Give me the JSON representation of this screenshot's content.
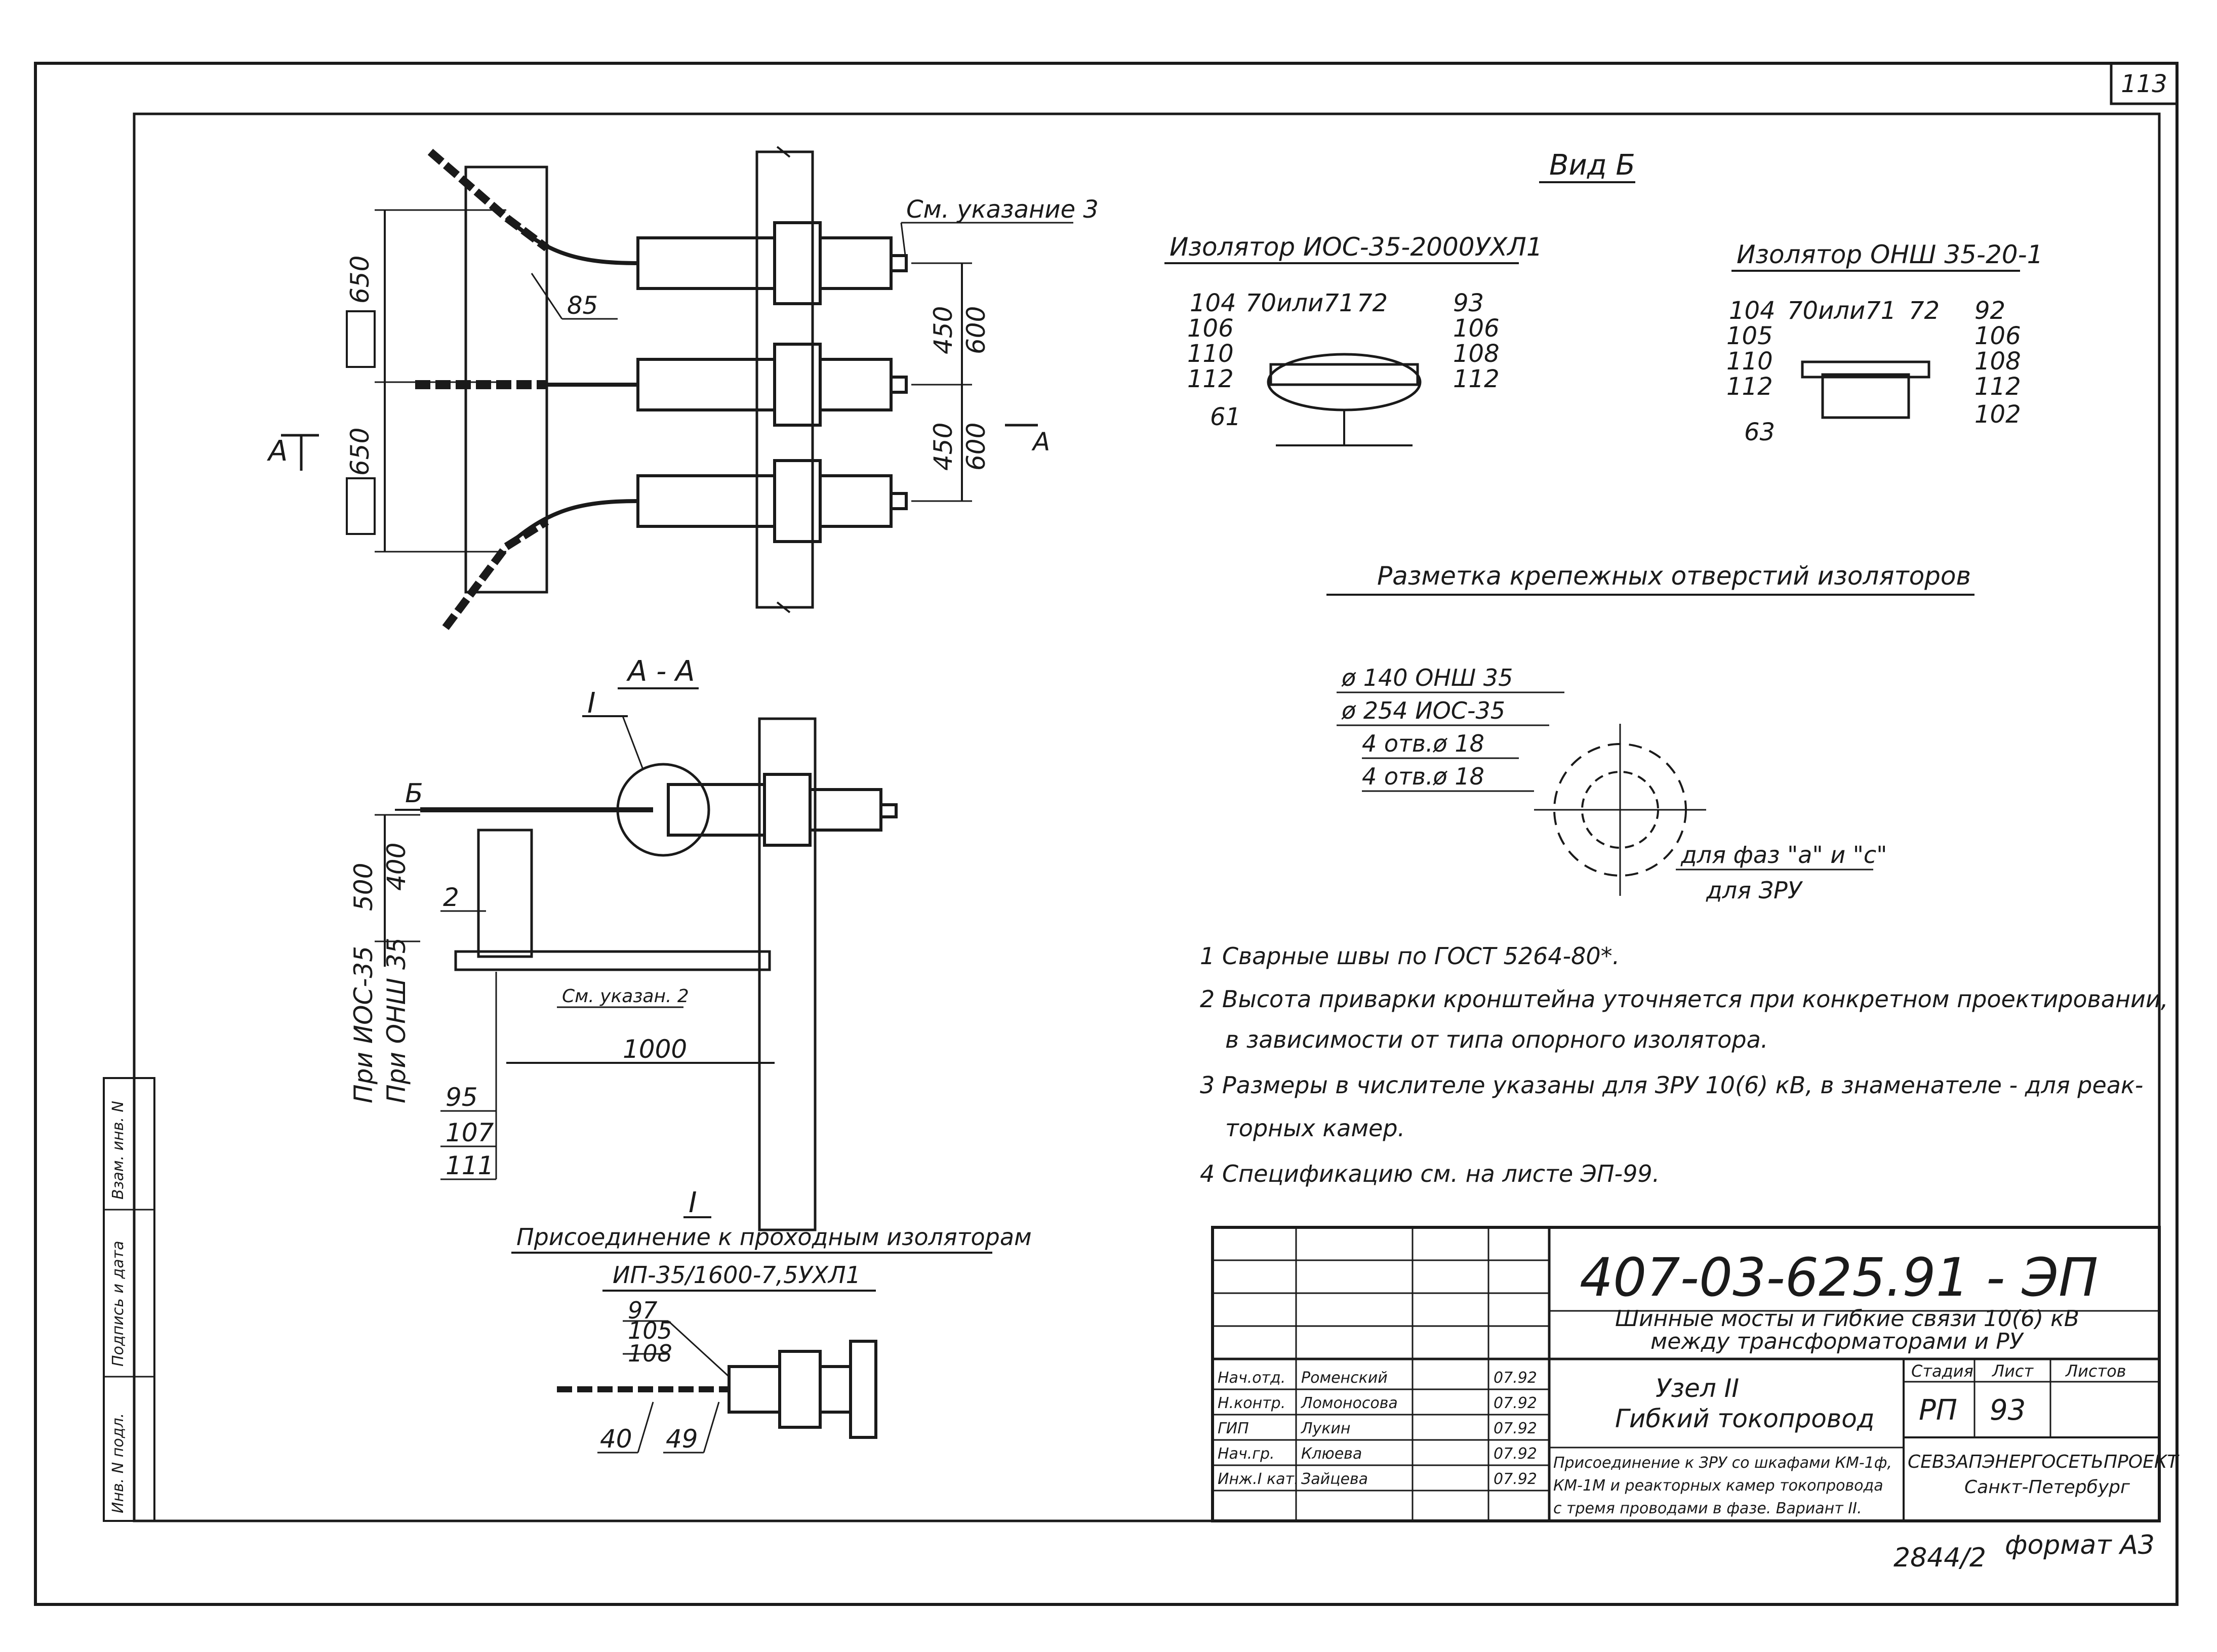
{
  "sheet": {
    "page_number": "113",
    "format_label": "формат А3",
    "archive_number": "2844/2"
  },
  "side_stamp": {
    "col1": "Инв. N подл.",
    "col2": "Подпись и дата",
    "col3": "Взам. инв. N"
  },
  "plan_view": {
    "dim_650_top": "650",
    "dim_650_bottom": "650",
    "arrow_label_top": "А",
    "arrow_label_bottom": "А",
    "dim_450_top": "450",
    "dim_600_top": "600",
    "dim_450_bottom": "450",
    "dim_600_bottom": "600",
    "pos_85": "85",
    "see_note_3": "См. указание 3",
    "section_A": "А"
  },
  "section_AA": {
    "title": "А - А",
    "callout_I": "I",
    "arrow_B": "Б",
    "pos_2": "2",
    "dim_500": "500",
    "dim_400": "400",
    "dim_1000": "1000",
    "see_note_2": "См. указан. 2",
    "label_ios": "При ИОС-35",
    "label_onsh": "При ОНШ 35",
    "pos_95": "95",
    "pos_107": "107",
    "pos_111": "111"
  },
  "detail_I": {
    "mark": "I",
    "title": "Присоединение к проходным изоляторам",
    "subtitle": "ИП-35/1600-7,5УХЛ1",
    "pos_97": "97",
    "pos_105": "105",
    "pos_108": "108",
    "pos_40": "40",
    "pos_49": "49"
  },
  "view_B": {
    "title": "Вид Б",
    "ins1": {
      "name": "Изолятор ИОС-35-2000УХЛ1",
      "p104": "104",
      "p70": "70или71",
      "p72": "72",
      "p93": "93",
      "p106": "106",
      "p110": "110",
      "p112": "112",
      "pR106": "106",
      "pR108": "108",
      "pR112": "112",
      "p61": "61"
    },
    "ins2": {
      "name": "Изолятор ОНШ 35-20-1",
      "p104": "104",
      "p70": "70или71",
      "p72": "72",
      "p92": "92",
      "p105": "105",
      "p110": "110",
      "p112": "112",
      "pR106": "106",
      "pR108": "108",
      "pR112": "112",
      "p63": "63",
      "p102": "102"
    }
  },
  "markup": {
    "title": "Разметка крепежных отверстий изоляторов",
    "l1": "ø 140  ОНШ 35",
    "l2": "ø 254  ИОС-35",
    "l3": "4 отв.ø 18",
    "l4": "4 отв.ø 18",
    "l5": "для фаз \"а\" и \"с\"",
    "l6": "для ЗРУ"
  },
  "notes": [
    "1  Сварные швы по ГОСТ 5264-80*.",
    "2  Высота приварки кронштейна уточняется при конкретном проектировании,",
    "в зависимости от типа опорного изолятора.",
    "3  Размеры в числителе указаны для ЗРУ 10(6) кВ, в знаменателе - для реак-",
    "торных камер.",
    "4  Спецификацию см. на листе ЭП-99."
  ],
  "title_block": {
    "code": "407-03-625.91 - ЭП",
    "project_1": "Шинные мосты и гибкие связи 10(6) кВ",
    "project_2": "между трансформаторами и РУ",
    "node_1": "Узел II",
    "node_2": "Гибкий токопровод",
    "desc_1": "Присоединение к ЗРУ со шкафами КМ-1ф,",
    "desc_2": "КМ-1М и реакторных камер токопровода",
    "desc_3": "с тремя проводами в фазе. Вариант II.",
    "stage_h": "Стадия",
    "sheet_h": "Лист",
    "sheets_h": "Листов",
    "stage": "РП",
    "sheet_no": "93",
    "org_1": "СЕВЗАПЭНЕРГОСЕТЬПРОЕКТ",
    "org_2": "Санкт-Петербург",
    "roles": [
      "Нач.отд.",
      "Н.контр.",
      "ГИП",
      "Нач.гр.",
      "Инж.I кат."
    ],
    "names": [
      "Роменский",
      "Ломоносова",
      "Лукин",
      "Клюева",
      "Зайцева"
    ],
    "dates": [
      "07.92",
      "07.92",
      "07.92",
      "07.92",
      "07.92"
    ]
  }
}
